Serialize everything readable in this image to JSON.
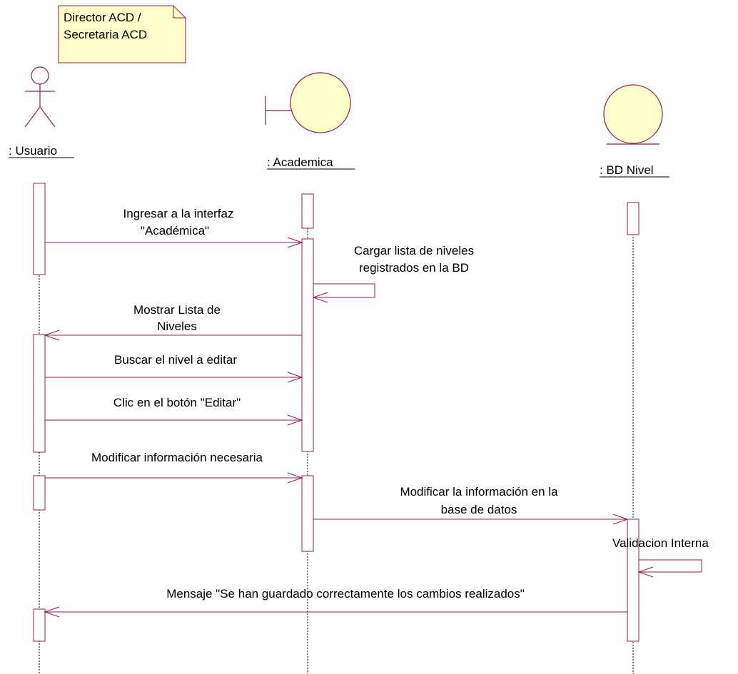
{
  "colors": {
    "line": "#9b1b4a",
    "fill": "#ffffcc",
    "text": "#000000",
    "lifeline": "#000000"
  },
  "note": {
    "lines": [
      "Director ACD /",
      "Secretaria ACD"
    ]
  },
  "participants": [
    {
      "id": "usuario",
      "label": ": Usuario",
      "kind": "actor",
      "icon": "actor-icon"
    },
    {
      "id": "academica",
      "label": ": Academica",
      "kind": "boundary",
      "icon": "boundary-icon"
    },
    {
      "id": "bdnivel",
      "label": ": BD Nivel",
      "kind": "entity",
      "icon": "entity-icon"
    }
  ],
  "messages": [
    {
      "id": "m1",
      "from": "usuario",
      "to": "academica",
      "lines": [
        "Ingresar a la interfaz",
        "\"Académica\""
      ]
    },
    {
      "id": "m2",
      "from": "academica",
      "to": "academica",
      "lines": [
        "Cargar lista de niveles",
        "registrados en la BD"
      ]
    },
    {
      "id": "m3",
      "from": "academica",
      "to": "usuario",
      "lines": [
        "Mostrar Lista de",
        "Niveles"
      ]
    },
    {
      "id": "m4",
      "from": "usuario",
      "to": "academica",
      "lines": [
        "Buscar el nivel a editar"
      ]
    },
    {
      "id": "m5",
      "from": "usuario",
      "to": "academica",
      "lines": [
        "Clic en el botón \"Editar\""
      ]
    },
    {
      "id": "m6",
      "from": "usuario",
      "to": "academica",
      "lines": [
        "Modificar información necesaria"
      ]
    },
    {
      "id": "m7",
      "from": "academica",
      "to": "bdnivel",
      "lines": [
        "Modificar la información en la",
        "base de datos"
      ]
    },
    {
      "id": "m8",
      "from": "bdnivel",
      "to": "bdnivel",
      "lines": [
        "Validacion Interna"
      ]
    },
    {
      "id": "m9",
      "from": "bdnivel",
      "to": "usuario",
      "lines": [
        "Mensaje \"Se han guardado correctamente los cambios realizados\""
      ]
    }
  ]
}
